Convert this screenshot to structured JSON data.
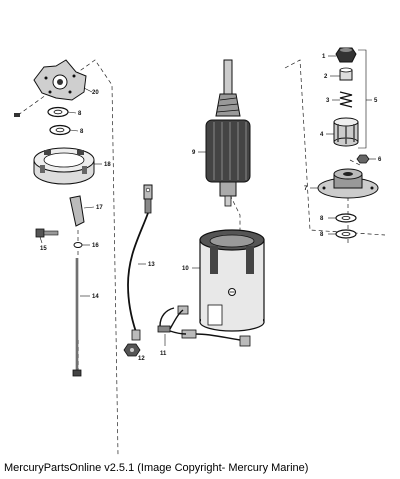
{
  "caption": "MercuryPartsOnline v2.5.1 (Image Copyright- Mercury Marine)",
  "callouts": {
    "c1": "1",
    "c2": "2",
    "c3": "3",
    "c4": "4",
    "c5": "5",
    "c6": "6",
    "c7": "7",
    "c8a": "8",
    "c8b": "8",
    "c8c": "8",
    "c8d": "8",
    "c9": "9",
    "c10": "10",
    "c11": "11",
    "c12": "12",
    "c13": "13",
    "c14": "14",
    "c15": "15",
    "c16": "16",
    "c17": "17",
    "c18": "18",
    "c20": "20"
  }
}
